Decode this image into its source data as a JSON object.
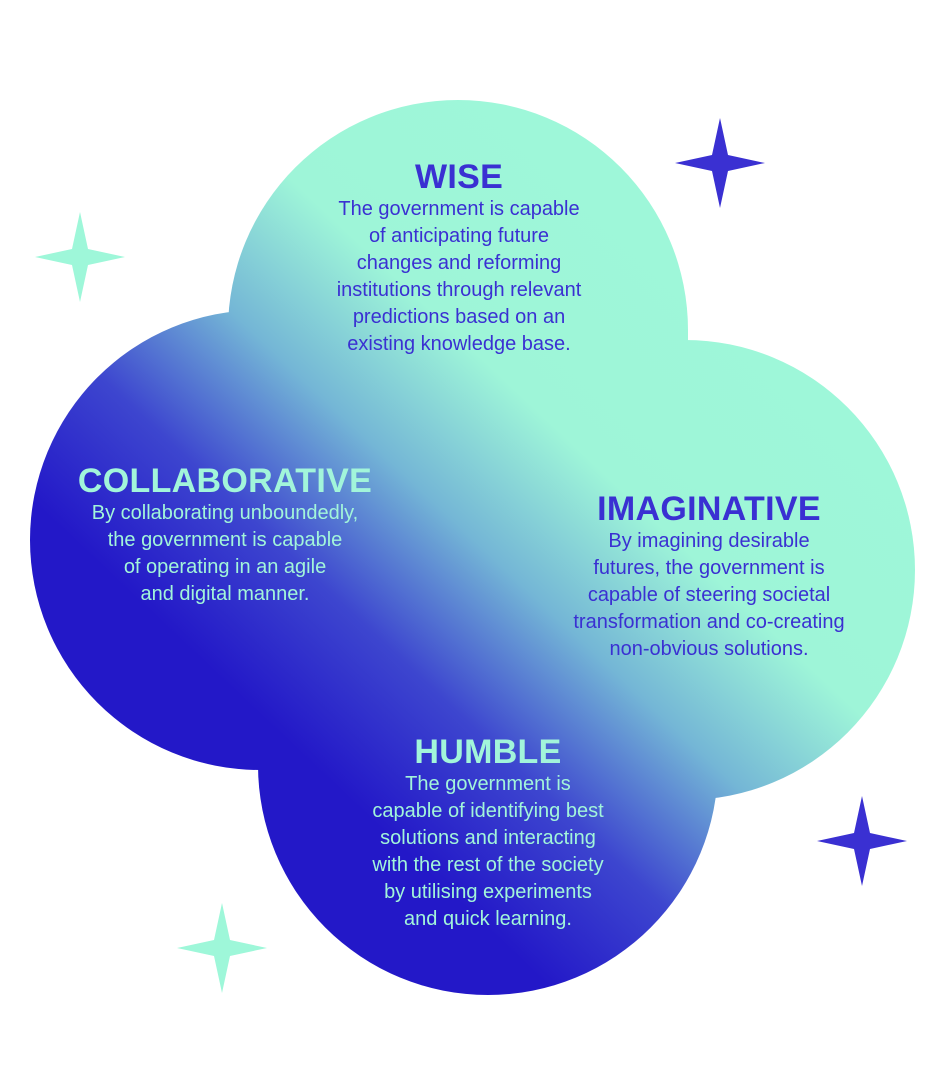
{
  "colors": {
    "mint": "#9ef7d9",
    "blue": "#2316c8",
    "text_dark": "#3a30d2",
    "text_light": "#a2f5da"
  },
  "sections": {
    "wise": {
      "title": "WISE",
      "lines": [
        "The government is capable",
        "of anticipating future",
        "changes and reforming",
        "institutions through relevant",
        "predictions based on an",
        "existing knowledge base."
      ]
    },
    "collaborative": {
      "title": "COLLABORATIVE",
      "lines": [
        "By collaborating unboundedly,",
        "the government is capable",
        "of operating in an agile",
        "and digital manner."
      ]
    },
    "imaginative": {
      "title": "IMAGINATIVE",
      "lines": [
        "By imagining desirable",
        "futures, the government is",
        "capable of steering societal",
        "transformation and co-creating",
        "non-obvious solutions."
      ]
    },
    "humble": {
      "title": "HUMBLE",
      "lines": [
        "The government is",
        "capable of identifying best",
        "solutions and interacting",
        "with the rest of the society",
        "by utilising experiments",
        "and quick learning."
      ]
    }
  },
  "stars": [
    {
      "name": "mint-star-top-left",
      "color": "#9ef7d9"
    },
    {
      "name": "blue-star-top-right",
      "color": "#3a30d2"
    },
    {
      "name": "blue-star-bottom-right",
      "color": "#3a30d2"
    },
    {
      "name": "mint-star-bottom-left",
      "color": "#9ef7d9"
    }
  ]
}
